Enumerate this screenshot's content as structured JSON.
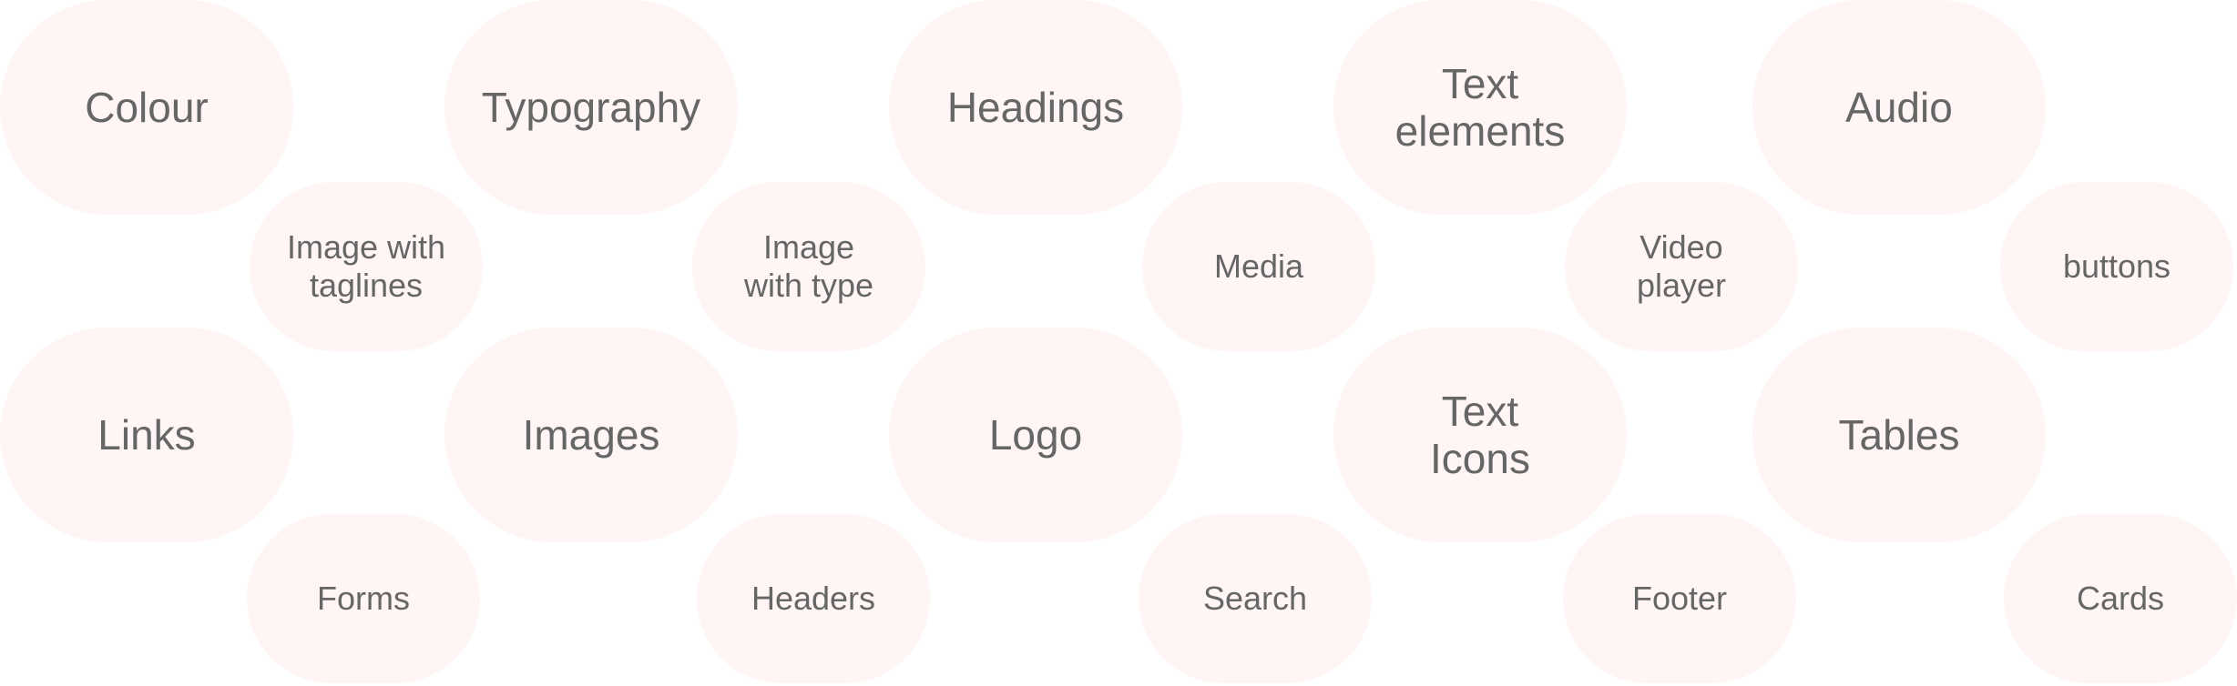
{
  "topics": {
    "colour": "Colour",
    "typography": "Typography",
    "headings": "Headings",
    "text_elements": "Text\nelements",
    "audio": "Audio",
    "image_with_taglines": "Image with\ntaglines",
    "image_with_type": "Image\nwith type",
    "media": "Media",
    "video_player": "Video\nplayer",
    "buttons": "buttons",
    "links": "Links",
    "images": "Images",
    "logo": "Logo",
    "text_icons": "Text\nIcons",
    "tables": "Tables",
    "forms": "Forms",
    "headers": "Headers",
    "search": "Search",
    "footer": "Footer",
    "cards": "Cards"
  },
  "colors": {
    "pill_fill": "#fff5f5",
    "text": "#666666",
    "background": "#ffffff"
  }
}
